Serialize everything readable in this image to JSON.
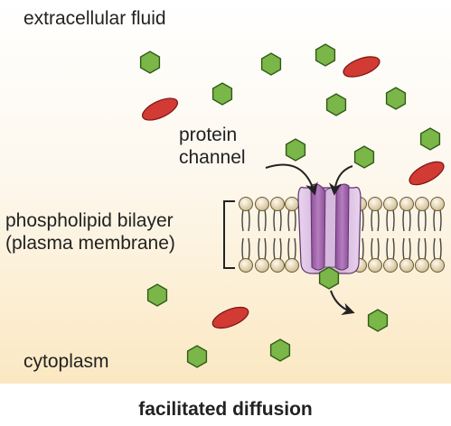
{
  "labels": {
    "extracellular": "extracellular fluid",
    "cytoplasm": "cytoplasm",
    "protein_line1": "protein",
    "protein_line2": "channel",
    "bilayer_line1": "phospholipid bilayer",
    "bilayer_line2": "(plasma membrane)"
  },
  "caption": "facilitated diffusion",
  "colors": {
    "hexagon": "#7ab648",
    "ellipse": "#d23a34",
    "channel": "#a06aa8",
    "lipid_head": "#e6d9b0",
    "cytoplasm_bg": "#fbe9c6"
  }
}
